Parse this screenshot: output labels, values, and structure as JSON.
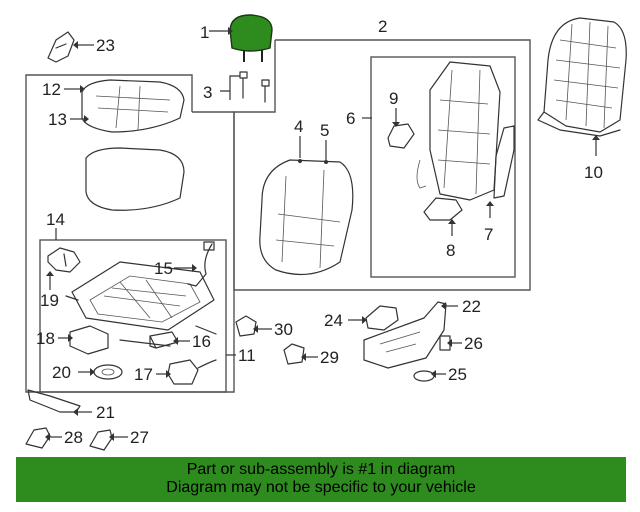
{
  "callouts": [
    {
      "n": "1"
    },
    {
      "n": "2"
    },
    {
      "n": "3"
    },
    {
      "n": "4"
    },
    {
      "n": "5"
    },
    {
      "n": "6"
    },
    {
      "n": "7"
    },
    {
      "n": "8"
    },
    {
      "n": "9"
    },
    {
      "n": "10"
    },
    {
      "n": "11"
    },
    {
      "n": "12"
    },
    {
      "n": "13"
    },
    {
      "n": "14"
    },
    {
      "n": "15"
    },
    {
      "n": "16"
    },
    {
      "n": "17"
    },
    {
      "n": "18"
    },
    {
      "n": "19"
    },
    {
      "n": "20"
    },
    {
      "n": "21"
    },
    {
      "n": "22"
    },
    {
      "n": "23"
    },
    {
      "n": "24"
    },
    {
      "n": "25"
    },
    {
      "n": "26"
    },
    {
      "n": "27"
    },
    {
      "n": "28"
    },
    {
      "n": "29"
    },
    {
      "n": "30"
    }
  ],
  "banner": {
    "line1": "Part or sub-assembly is #1 in diagram",
    "line2": "Diagram may not be specific to your vehicle",
    "color": "#2e8b1e"
  },
  "highlight_color": "#2e8b1e"
}
